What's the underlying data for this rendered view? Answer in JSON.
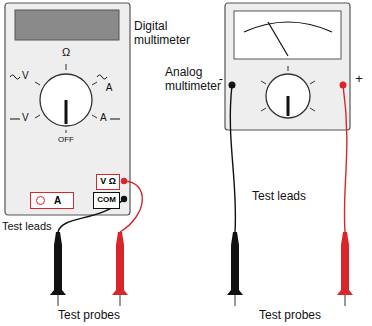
{
  "diagram": {
    "nodes": [
      {
        "text": [
          "V Ω"
        ]
      },
      {
        "text": [
          "A"
        ]
      },
      {
        "text": [
          "COM"
        ]
      }
    ],
    "labels": [
      "Digital multimeter",
      "Ω",
      "V",
      "V",
      "A",
      "A",
      "OFF",
      "Test leads",
      "Test probes",
      "Analog multimeter",
      "-",
      "+",
      "Test leads",
      "Test probes"
    ]
  }
}
